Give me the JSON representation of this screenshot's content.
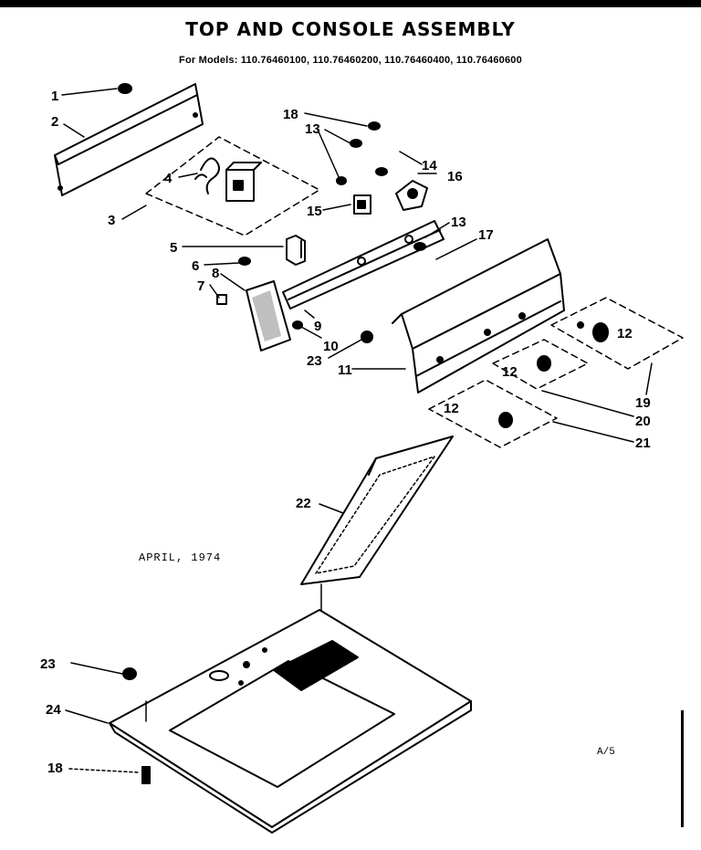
{
  "title": "TOP AND CONSOLE  ASSEMBLY",
  "models": "For Models: 110.76460100, 110.76460200, 110.76460400, 110.76460600",
  "date": "APRIL, 1974",
  "page_mark": "A/5",
  "callouts": [
    "1",
    "2",
    "3",
    "4",
    "5",
    "6",
    "7",
    "8",
    "9",
    "10",
    "11",
    "12",
    "13",
    "14",
    "15",
    "16",
    "17",
    "18",
    "19",
    "20",
    "21",
    "22",
    "23",
    "24",
    "13",
    "12",
    "12",
    "12",
    "23",
    "18"
  ]
}
